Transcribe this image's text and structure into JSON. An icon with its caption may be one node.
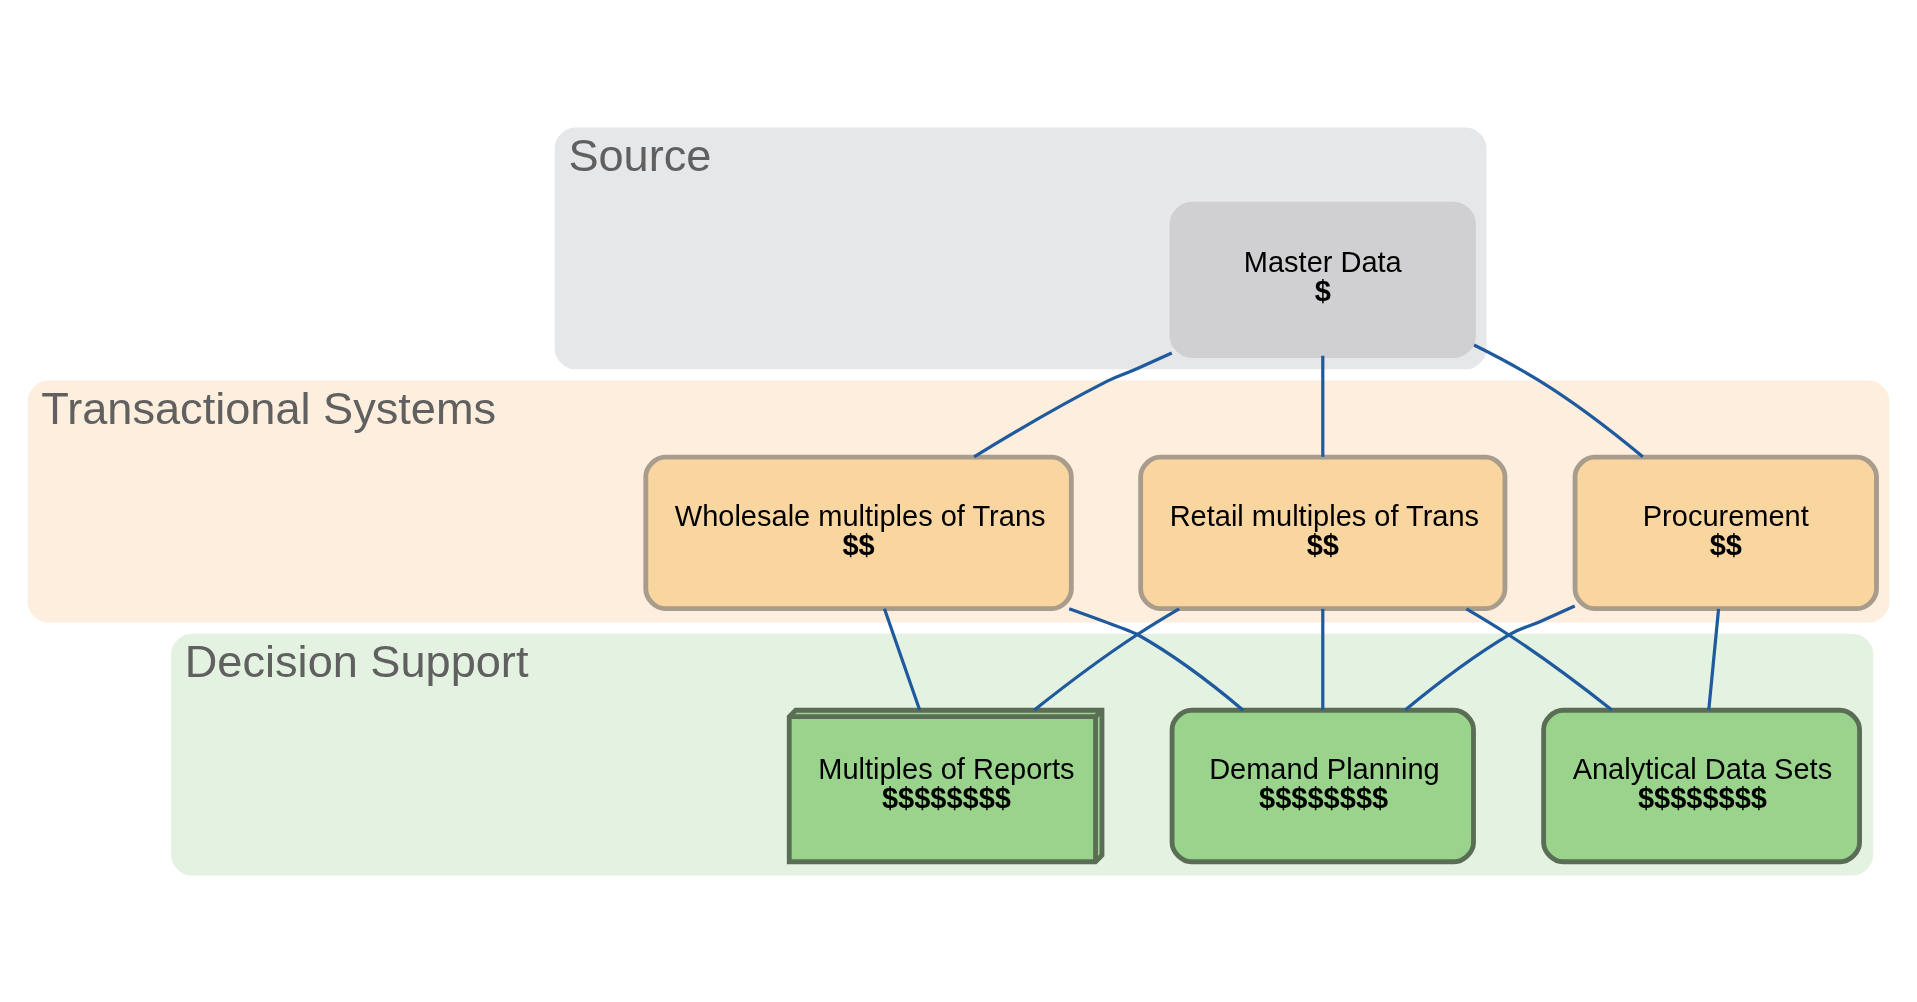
{
  "diagram": {
    "nodes": [
      {
        "text": [
          "Source"
        ]
      },
      {
        "text": [
          "Master Data",
          "$"
        ],
        "in": 0
      },
      {
        "text": [
          "Transactional Systems"
        ]
      },
      {
        "text": [
          "Wholesale multiples of Trans",
          "$$"
        ],
        "in": 2
      },
      {
        "text": [
          "Retail multiples of Trans",
          "$$"
        ],
        "in": 2
      },
      {
        "text": [
          "Procurement",
          "$$"
        ],
        "in": 2
      },
      {
        "text": [
          "Decision Support"
        ]
      },
      {
        "text": [
          "Multiples of Reports",
          "$$$$$$$$"
        ],
        "in": 6
      },
      {
        "text": [
          "Demand Planning",
          "$$$$$$$$"
        ],
        "in": 6
      },
      {
        "text": [
          "Analytical Data Sets",
          "$$$$$$$$"
        ],
        "in": 6
      }
    ],
    "edges": [
      {
        "from": 1,
        "to": 3,
        "arrow": "none"
      },
      {
        "from": 1,
        "to": 4,
        "arrow": "none"
      },
      {
        "from": 1,
        "to": 5,
        "arrow": "none"
      },
      {
        "from": 3,
        "to": 7,
        "arrow": "none"
      },
      {
        "from": 3,
        "to": 8,
        "arrow": "none"
      },
      {
        "from": 4,
        "to": 7,
        "arrow": "none"
      },
      {
        "from": 4,
        "to": 8,
        "arrow": "none"
      },
      {
        "from": 4,
        "to": 9,
        "arrow": "none"
      },
      {
        "from": 5,
        "to": 8,
        "arrow": "none"
      },
      {
        "from": 5,
        "to": 9,
        "arrow": "none"
      }
    ]
  }
}
